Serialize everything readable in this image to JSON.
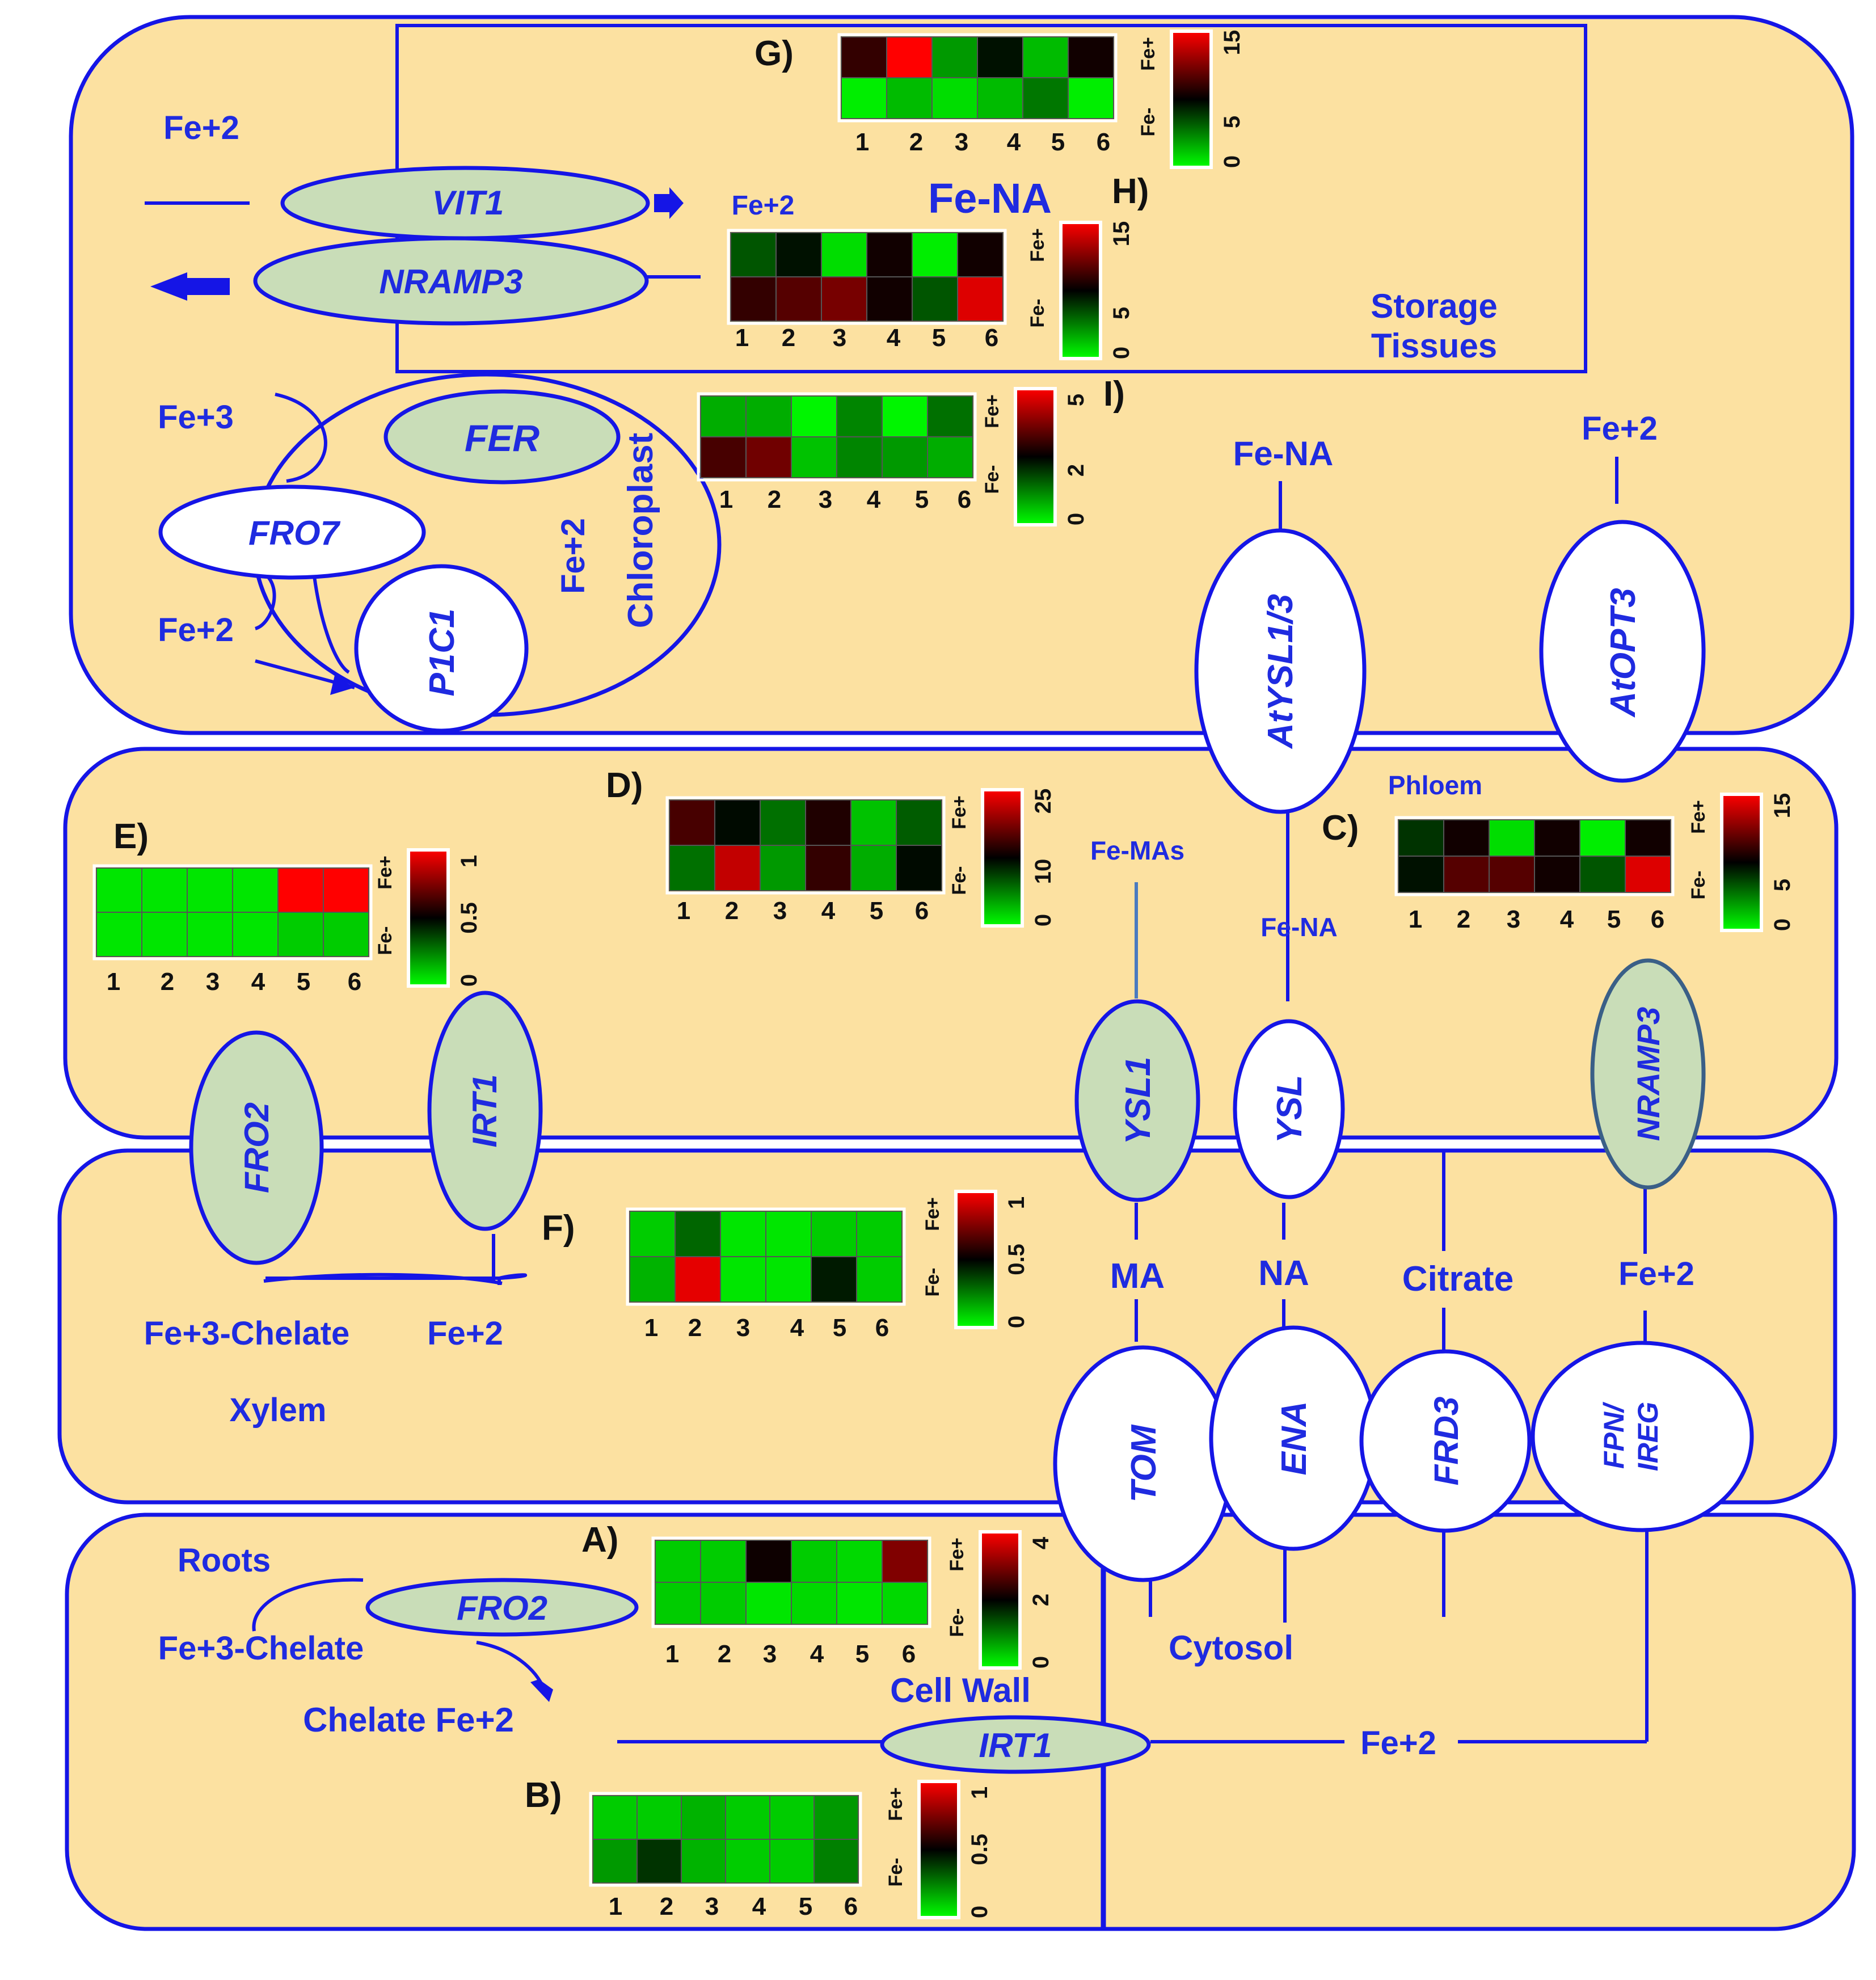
{
  "colors": {
    "compartment_fill": "#FCE1A1",
    "line_blue": "#1515E6",
    "label_blue": "#1F2BE0",
    "transporter_green": "#C9DDB8",
    "heatmap_low": "#00FF00",
    "heatmap_mid": "#000000",
    "heatmap_high": "#FF0000"
  },
  "compartments": {
    "storage": {
      "label_line1": "Storage",
      "label_line2": "Tissues"
    },
    "xylem": {
      "label": "Xylem"
    },
    "roots": {
      "label": "Roots"
    },
    "phloem": {
      "label": "Phloem"
    },
    "cell_wall": {
      "label": "Cell Wall"
    },
    "cytosol": {
      "label": "Cytosol"
    },
    "chloroplast": {
      "label": "Chloroplast"
    }
  },
  "transporters": {
    "vit1": {
      "label": "VIT1",
      "style": "green"
    },
    "nramp3_top": {
      "label": "NRAMP3",
      "style": "green"
    },
    "fer": {
      "label": "FER",
      "style": "green"
    },
    "fro7": {
      "label": "FRO7",
      "style": "white"
    },
    "p1c1": {
      "label": "P1C1",
      "style": "white"
    },
    "atysl13": {
      "label": "AtYSL1/3",
      "style": "white"
    },
    "atopt3": {
      "label": "AtOPT3",
      "style": "white"
    },
    "fro2_mid": {
      "label": "FRO2",
      "style": "green"
    },
    "irt1_mid": {
      "label": "IRT1",
      "style": "green"
    },
    "ysl1": {
      "label": "YSL1",
      "style": "green"
    },
    "ysl": {
      "label": "YSL",
      "style": "white"
    },
    "nramp3_mid": {
      "label": "NRAMP3",
      "style": "green"
    },
    "tom": {
      "label": "TOM",
      "style": "white"
    },
    "ena": {
      "label": "ENA",
      "style": "white"
    },
    "frd3": {
      "label": "FRD3",
      "style": "white"
    },
    "fpn_line1": {
      "label": "FPN/",
      "style": "white"
    },
    "fpn_line2": {
      "label": "IREG",
      "style": "white"
    },
    "fro2_root": {
      "label": "FRO2",
      "style": "green"
    },
    "irt1_root": {
      "label": "IRT1",
      "style": "green"
    }
  },
  "species": {
    "fe2_storage": "Fe+2",
    "fe2_vit": "Fe+2",
    "fe_na_storage": "Fe-NA",
    "fe3_fro7": "Fe+3",
    "fe2_fro7": "Fe+2",
    "fe2_chloroplast": "Fe+2",
    "fe_na_ysl13": "Fe-NA",
    "fe2_opt3": "Fe+2",
    "fe_mas": "Fe-MAs",
    "fe_na_phloem": "Fe-NA",
    "fe3_chelate_xylem": "Fe+3-Chelate",
    "fe2_xylem": "Fe+2",
    "ma": "MA",
    "na": "NA",
    "citrate": "Citrate",
    "fe2_fpn": "Fe+2",
    "fe3_chelate_root": "Fe+3-Chelate",
    "chelate_fe2": "Chelate Fe+2",
    "fe2_root": "Fe+2"
  },
  "heatmap_common": {
    "row_labels": [
      "Fe+",
      "Fe-"
    ],
    "columns": [
      "1",
      "2",
      "3",
      "4",
      "5",
      "6"
    ]
  },
  "chart_data": [
    {
      "type": "heatmap",
      "panel": "A)",
      "columns": [
        "1",
        "2",
        "3",
        "4",
        "5",
        "6"
      ],
      "rows": [
        "Fe+",
        "Fe-"
      ],
      "scale": [
        0,
        2,
        4
      ],
      "values": [
        [
          0.4,
          0.4,
          2.1,
          0.4,
          0.3,
          3.0
        ],
        [
          0.4,
          0.4,
          0.2,
          0.3,
          0.2,
          0.3
        ]
      ]
    },
    {
      "type": "heatmap",
      "panel": "B)",
      "columns": [
        "1",
        "2",
        "3",
        "4",
        "5",
        "6"
      ],
      "rows": [
        "Fe+",
        "Fe-"
      ],
      "scale": [
        0,
        0.5,
        1
      ],
      "values": [
        [
          0.1,
          0.1,
          0.15,
          0.1,
          0.1,
          0.2
        ],
        [
          0.2,
          0.4,
          0.15,
          0.1,
          0.1,
          0.25
        ]
      ]
    },
    {
      "type": "heatmap",
      "panel": "C)",
      "columns": [
        "1",
        "2",
        "3",
        "4",
        "5",
        "6"
      ],
      "rows": [
        "Fe+",
        "Fe-"
      ],
      "scale": [
        0,
        5,
        15
      ],
      "values": [
        [
          6,
          8,
          1,
          8,
          0.5,
          8
        ],
        [
          7,
          10,
          10,
          8,
          5,
          14
        ]
      ]
    },
    {
      "type": "heatmap",
      "panel": "D)",
      "columns": [
        "1",
        "2",
        "3",
        "4",
        "5",
        "6"
      ],
      "rows": [
        "Fe+",
        "Fe-"
      ],
      "scale": [
        0,
        10,
        25
      ],
      "values": [
        [
          16,
          12,
          7,
          14,
          3,
          8
        ],
        [
          7,
          22,
          5,
          15,
          4,
          12
        ]
      ]
    },
    {
      "type": "heatmap",
      "panel": "E)",
      "columns": [
        "1",
        "2",
        "3",
        "4",
        "5",
        "6"
      ],
      "rows": [
        "Fe+",
        "Fe-"
      ],
      "scale": [
        0,
        0.5,
        1
      ],
      "values": [
        [
          0.05,
          0.05,
          0.05,
          0.05,
          1.0,
          1.0
        ],
        [
          0.05,
          0.05,
          0.05,
          0.05,
          0.1,
          0.1
        ]
      ]
    },
    {
      "type": "heatmap",
      "panel": "F)",
      "columns": [
        "1",
        "2",
        "3",
        "4",
        "5",
        "6"
      ],
      "rows": [
        "Fe+",
        "Fe-"
      ],
      "scale": [
        0,
        0.5,
        1
      ],
      "values": [
        [
          0.1,
          0.3,
          0.05,
          0.05,
          0.1,
          0.1
        ],
        [
          0.15,
          0.95,
          0.05,
          0.05,
          0.45,
          0.1
        ]
      ]
    },
    {
      "type": "heatmap",
      "panel": "G)",
      "columns": [
        "1",
        "2",
        "3",
        "4",
        "5",
        "6"
      ],
      "rows": [
        "Fe+",
        "Fe-"
      ],
      "scale": [
        0,
        5,
        15
      ],
      "values": [
        [
          9,
          15,
          3,
          7,
          2,
          8
        ],
        [
          0.5,
          2,
          1,
          2,
          4,
          0.5
        ]
      ]
    },
    {
      "type": "heatmap",
      "panel": "H)",
      "columns": [
        "1",
        "2",
        "3",
        "4",
        "5",
        "6"
      ],
      "rows": [
        "Fe+",
        "Fe-"
      ],
      "scale": [
        0,
        5,
        15
      ],
      "values": [
        [
          5,
          7,
          1,
          8,
          0.5,
          8
        ],
        [
          9,
          10,
          11,
          8,
          5,
          14
        ]
      ]
    },
    {
      "type": "heatmap",
      "panel": "I)",
      "columns": [
        "1",
        "2",
        "3",
        "4",
        "5",
        "6"
      ],
      "rows": [
        "Fe+",
        "Fe-"
      ],
      "scale": [
        0,
        2,
        5
      ],
      "values": [
        [
          0.8,
          0.8,
          0.1,
          1.2,
          0.1,
          1.4
        ],
        [
          3.2,
          3.6,
          0.6,
          1.2,
          1.0,
          0.8
        ]
      ]
    }
  ]
}
